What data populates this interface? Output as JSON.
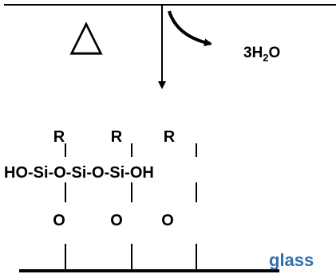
{
  "diagram": {
    "heat_symbol": "△",
    "byproduct": {
      "prefix": "3H",
      "subscript": "2",
      "suffix": "O"
    },
    "r_groups": [
      "R",
      "R",
      "R"
    ],
    "chain": {
      "left_end": "HO-",
      "si_1": "Si",
      "link_1": "-O-",
      "si_2": "Si",
      "link_2": "-O-",
      "si_3": "Si",
      "right_end": "-OH"
    },
    "bridging_oxygens": [
      "O",
      "O",
      "O"
    ],
    "surface_label": "glass",
    "colors": {
      "line": "#000000",
      "text": "#000000",
      "surface_label": "#2f6fb3"
    }
  }
}
